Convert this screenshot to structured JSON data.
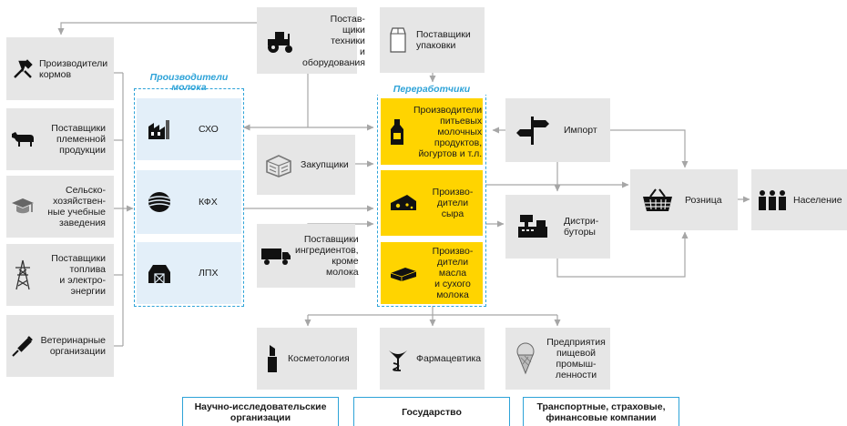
{
  "nodes": {
    "tech": "Постав-\nщики\nтехники\nи оборудования",
    "pack": "Поставщики\nупаковки",
    "feed": "Производители\nкормов",
    "breed": "Поставщики\nплеменной\nпродукции",
    "edu": "Сельско-\nхозяйствен-\nные учебные\nзаведения",
    "fuel": "Поставщики\nтоплива\nи электро-\nэнергии",
    "vet": "Ветеринарные\nорганизации",
    "sho": "СХО",
    "kfh": "КФХ",
    "lph": "ЛПХ",
    "buyers": "Закупщики",
    "ingr": "Поставщики\nингредиентов,\nкроме\nмолока",
    "drinks": "Производители\nпитьевых\nмолочных\nпродуктов,\nйогуртов и т.л.",
    "cheese": "Произво-\nдители\nсыра",
    "butter": "Произво-\nдители\nмасла\nи сухого\nмолока",
    "import": "Импорт",
    "distr": "Дистри-\nбуторы",
    "retail": "Розница",
    "people": "Население",
    "cosm": "Косметология",
    "pharma": "Фармацевтика",
    "food": "Предприятия\nпищевой\nпромыш-\nленности"
  },
  "groups": {
    "producers": "Производители\nмолока",
    "processors": "Переработчики"
  },
  "footer": {
    "research": "Научно-исследовательские\nорганизации",
    "state": "Государство",
    "transport": "Транспортные, страховые,\nфинансовые компании"
  },
  "icons": {
    "tech": "tractor-icon",
    "pack": "milk-carton-icon",
    "feed": "tools-icon",
    "breed": "cow-icon",
    "edu": "graduation-cap-icon",
    "fuel": "power-tower-icon",
    "vet": "syringe-icon",
    "sho": "factory-icon",
    "kfh": "field-icon",
    "lph": "barn-icon",
    "buyers": "crate-icon",
    "ingr": "truck-icon",
    "drinks": "bottle-icon",
    "cheese": "cheese-icon",
    "butter": "butter-icon",
    "import": "signpost-icon",
    "distr": "cash-register-icon",
    "retail": "basket-icon",
    "people": "people-icon",
    "cosm": "lipstick-icon",
    "pharma": "caduceus-icon",
    "food": "ice-cream-icon"
  },
  "colors": {
    "supplier": "#e6e6e6",
    "producer": "#e3eff9",
    "processor": "#ffd400",
    "group_border": "#2ea3d8",
    "arrow": "#a6a6a6"
  }
}
